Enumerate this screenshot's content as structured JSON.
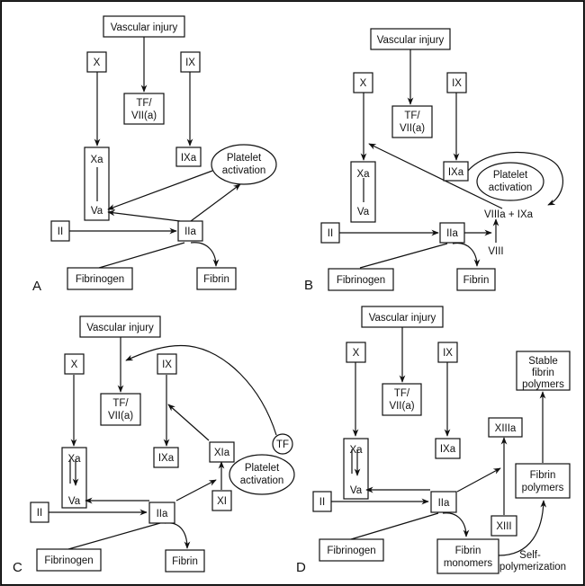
{
  "figure": {
    "panels": [
      {
        "label": "A",
        "nodes": {
          "vascular_injury": "Vascular injury",
          "x": "X",
          "ix": "IX",
          "tf_line1": "TF/",
          "tf_line2": "VII(a)",
          "xa": "Xa",
          "va": "Va",
          "ixa": "IXa",
          "platelet_line1": "Platelet",
          "platelet_line2": "activation",
          "ii": "II",
          "iia": "IIa",
          "fibrinogen": "Fibrinogen",
          "fibrin": "Fibrin"
        }
      },
      {
        "label": "B",
        "nodes": {
          "vascular_injury": "Vascular injury",
          "x": "X",
          "ix": "IX",
          "tf_line1": "TF/",
          "tf_line2": "VII(a)",
          "xa": "Xa",
          "va": "Va",
          "ixa": "IXa",
          "platelet_line1": "Platelet",
          "platelet_line2": "activation",
          "viiia_ixa": "VIIIa + IXa",
          "viii": "VIII",
          "ii": "II",
          "iia": "IIa",
          "fibrinogen": "Fibrinogen",
          "fibrin": "Fibrin"
        }
      },
      {
        "label": "C",
        "nodes": {
          "vascular_injury": "Vascular injury",
          "x": "X",
          "ix": "IX",
          "tf_line1": "TF/",
          "tf_line2": "VII(a)",
          "xa": "Xa",
          "va": "Va",
          "ixa": "IXa",
          "xia": "XIa",
          "xi": "XI",
          "tf": "TF",
          "platelet_line1": "Platelet",
          "platelet_line2": "activation",
          "ii": "II",
          "iia": "IIa",
          "fibrinogen": "Fibrinogen",
          "fibrin": "Fibrin"
        }
      },
      {
        "label": "D",
        "nodes": {
          "vascular_injury": "Vascular injury",
          "x": "X",
          "ix": "IX",
          "tf_line1": "TF/",
          "tf_line2": "VII(a)",
          "xa": "Xa",
          "va": "Va",
          "ixa": "IXa",
          "xiiia": "XIIIa",
          "xiii": "XIII",
          "stable_line1": "Stable",
          "stable_line2": "fibrin",
          "stable_line3": "polymers",
          "polymers_line1": "Fibrin",
          "polymers_line2": "polymers",
          "monomers_line1": "Fibrin",
          "monomers_line2": "monomers",
          "selfpoly_line1": "Self-",
          "selfpoly_line2": "polymerization",
          "ii": "II",
          "iia": "IIa",
          "fibrinogen": "Fibrinogen"
        }
      }
    ]
  }
}
